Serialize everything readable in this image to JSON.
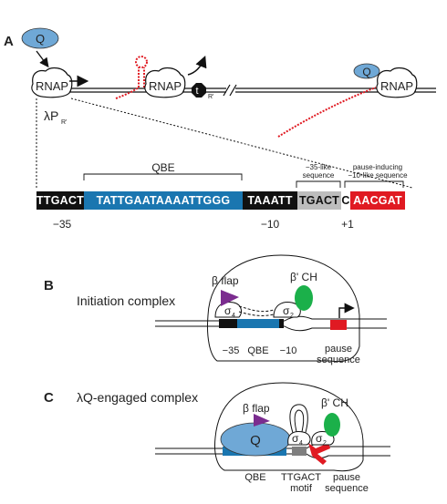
{
  "panels": {
    "a": "A",
    "b": "B",
    "c": "C"
  },
  "panel_a": {
    "q_label": "Q",
    "rnap_label": "RNAP",
    "terminator_label": "t",
    "terminator_sub": "R'",
    "promoter_label": "λP",
    "promoter_sub": "R'",
    "qbe_label": "QBE",
    "m35_bracket_label_1": "−35-like",
    "m35_bracket_label_2": "sequence",
    "pause_bracket_label_1": "pause-inducing",
    "pause_bracket_label_2": "−10-like sequence",
    "sequence": {
      "seg1": "TTGACT",
      "seg2": "TATTGAATAAAATTGGG",
      "seg3": "TAAATT",
      "seg4": "TGACT",
      "seg5": "C",
      "seg6": "AACGAT"
    },
    "pos_m35": "−35",
    "pos_m10": "−10",
    "pos_p1": "+1"
  },
  "panel_b": {
    "title": "Initiation complex",
    "beta_flap": "β flap",
    "beta_prime_ch": "β' CH",
    "sigma4": "σ",
    "sigma4_sub": "4",
    "sigma2": "σ",
    "sigma2_sub": "2",
    "label_m35": "−35",
    "label_qbe": "QBE",
    "label_m10": "−10",
    "pause_1": "pause",
    "pause_2": "sequence"
  },
  "panel_c": {
    "title": "λQ-engaged complex",
    "beta_flap": "β flap",
    "beta_prime_ch": "β' CH",
    "q_label": "Q",
    "sigma4": "σ",
    "sigma4_sub": "4",
    "sigma2": "σ",
    "sigma2_sub": "2",
    "label_qbe": "QBE",
    "ttgact_1": "TTGACT",
    "ttgact_2": "motif",
    "pause_1": "pause",
    "pause_2": "sequence"
  },
  "colors": {
    "q_blue": "#6fa8d6",
    "qbe_blue": "#1a76b0",
    "red": "#e01a22",
    "green": "#1bb04a",
    "purple": "#7b2c8f",
    "grey": "#7f7f7f"
  }
}
